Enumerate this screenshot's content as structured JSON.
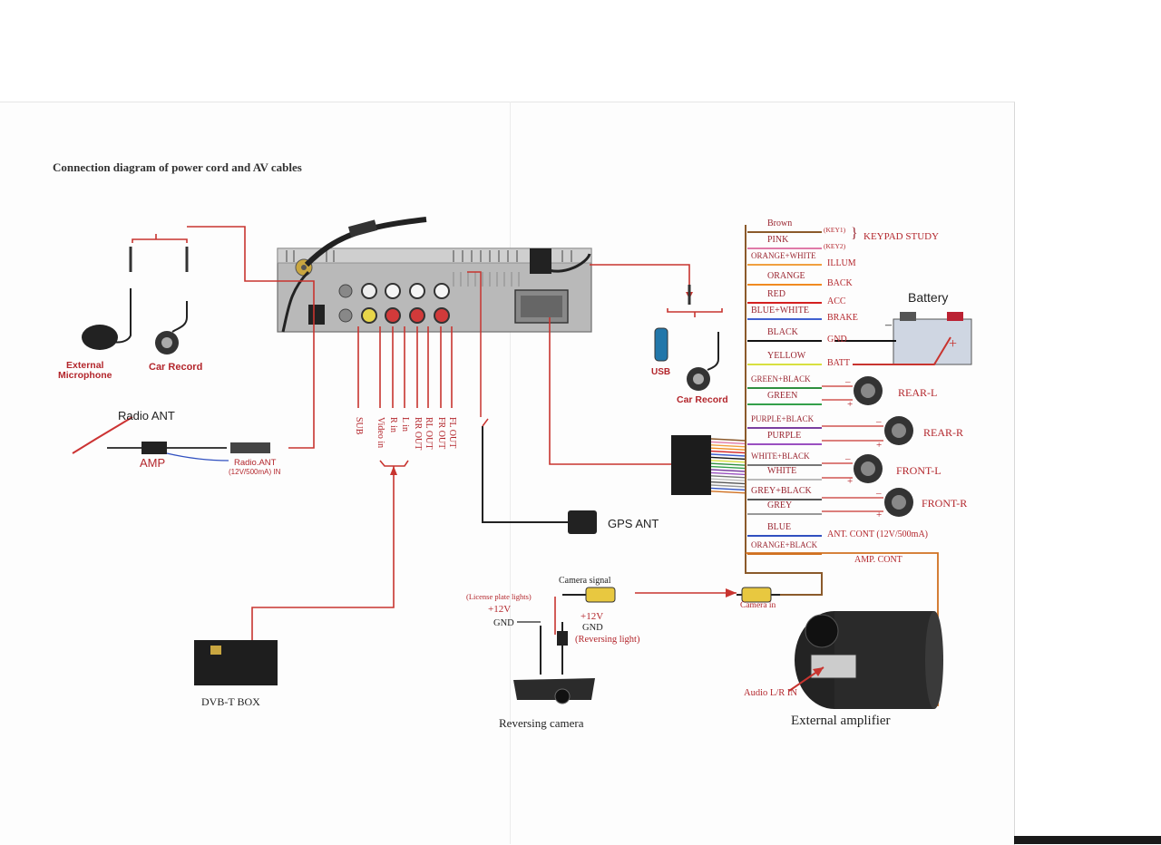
{
  "title": "Connection diagram of power cord and AV cables",
  "left_devices": {
    "external_microphone": "External\nMicrophone",
    "car_record": "Car Record",
    "radio_ant": "Radio ANT",
    "amp": "AMP",
    "radio_ant_in_line1": "Radio.ANT",
    "radio_ant_in_line2": "(12V/500mA) IN",
    "dvbt_box": "DVB-T  BOX"
  },
  "rca_labels": [
    "SUB",
    "Video in",
    "R in",
    "L in",
    "RR OUT",
    "RL OUT",
    "FR OUT",
    "FL OUT"
  ],
  "usb": {
    "usb": "USB",
    "car_record": "Car Record"
  },
  "gps_ant": "GPS ANT",
  "battery": "Battery",
  "harness": [
    {
      "wire": "Brown",
      "func": "(KEY1)",
      "color": "#8b5a2b"
    },
    {
      "wire": "PINK",
      "func": "(KEY2)",
      "color": "#e07aa8"
    },
    {
      "wire": "ORANGE+WHITE",
      "func": "ILLUM",
      "color": "#f0a040"
    },
    {
      "wire": "ORANGE",
      "func": "BACK",
      "color": "#f08a20"
    },
    {
      "wire": "RED",
      "func": "ACC",
      "color": "#d42020"
    },
    {
      "wire": "BLUE+WHITE",
      "func": "BRAKE",
      "color": "#4060d0"
    },
    {
      "wire": "BLACK",
      "func": "GND",
      "color": "#111111"
    },
    {
      "wire": "YELLOW",
      "func": "BATT",
      "color": "#d8e040"
    },
    {
      "wire": "GREEN+BLACK",
      "func": "",
      "color": "#2f8f3f"
    },
    {
      "wire": "GREEN",
      "func": "",
      "color": "#34a04a"
    },
    {
      "wire": "PURPLE+BLACK",
      "func": "",
      "color": "#7a3fa0"
    },
    {
      "wire": "PURPLE",
      "func": "",
      "color": "#9a50c0"
    },
    {
      "wire": "WHITE+BLACK",
      "func": "",
      "color": "#777777"
    },
    {
      "wire": "WHITE",
      "func": "",
      "color": "#bbbbbb"
    },
    {
      "wire": "GREY+BLACK",
      "func": "",
      "color": "#555555"
    },
    {
      "wire": "GREY",
      "func": "",
      "color": "#999999"
    },
    {
      "wire": "BLUE",
      "func": "ANT. CONT (12V/500mA)",
      "color": "#3050c0"
    },
    {
      "wire": "ORANGE+BLACK",
      "func": "AMP. CONT",
      "color": "#d07020"
    }
  ],
  "keypad_study": "KEYPAD STUDY",
  "speakers": {
    "rear_l": "REAR-L",
    "rear_r": "REAR-R",
    "front_l": "FRONT-L",
    "front_r": "FRONT-R"
  },
  "polarity": {
    "minus": "–",
    "plus": "+"
  },
  "camera": {
    "license_plate_lights": "(License plate lights)",
    "plus12v_a": "+12V",
    "gnd_a": "GND",
    "camera_signal": "Camera signal",
    "plus12v_b": "+12V",
    "gnd_b": "GND",
    "reversing_light": "(Reversing light)",
    "camera_in": "Camera in",
    "reversing_camera": "Reversing camera"
  },
  "amplifier": {
    "audio_lr_in": "Audio L/R IN",
    "external_amplifier": "External amplifier"
  },
  "colors": {
    "line_red": "#c8342f",
    "text_red": "#b3262c",
    "unit_grey": "#a9a9a9"
  }
}
